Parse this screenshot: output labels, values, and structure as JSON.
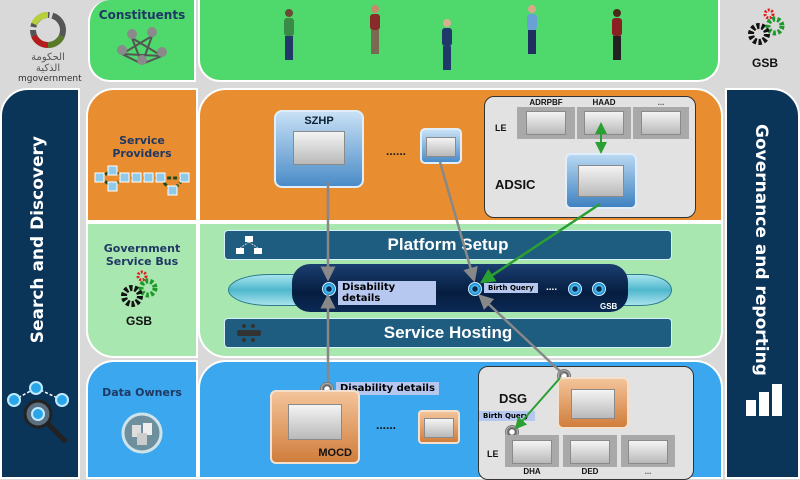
{
  "logo": {
    "arabic": "الحكومة الذكية",
    "latin": "mgovernment"
  },
  "constituents": {
    "label": "Constituents",
    "people_count": 5
  },
  "top_right": {
    "label": "GSB"
  },
  "left_bar": {
    "label": "Search and Discovery"
  },
  "right_bar": {
    "label": "Governance and reporting"
  },
  "service_providers": {
    "label_line1": "Service",
    "label_line2": "Providers",
    "szhp": "SZHP",
    "ellipsis": "......",
    "adsic": {
      "label": "ADSIC",
      "le_label": "LE",
      "entities": [
        "ADRPBF",
        "HAAD",
        "..."
      ]
    }
  },
  "gsb": {
    "label_line1": "Government",
    "label_line2": "Service Bus",
    "icon_label": "GSB",
    "platform_setup": "Platform Setup",
    "service_hosting": "Service Hosting",
    "bus_services": [
      "Disability details",
      "Birth Query"
    ],
    "bus_ellipsis": "....",
    "bus_label": "GSB"
  },
  "data_owners": {
    "label": "Data Owners",
    "mocd": "MOCD",
    "disability_tag": "Disability details",
    "ellipsis": "......",
    "dsg": {
      "label": "DSG",
      "birth_tag": "Birth Query",
      "le_label": "LE",
      "entities": [
        "DHA",
        "DED",
        "..."
      ]
    }
  },
  "colors": {
    "green_top": "#4fd86b",
    "orange": "#e98e30",
    "light_green": "#a9e7b1",
    "blue": "#3aa7ee",
    "navy": "#0b3459",
    "bar_blue": "#1e5c80"
  }
}
